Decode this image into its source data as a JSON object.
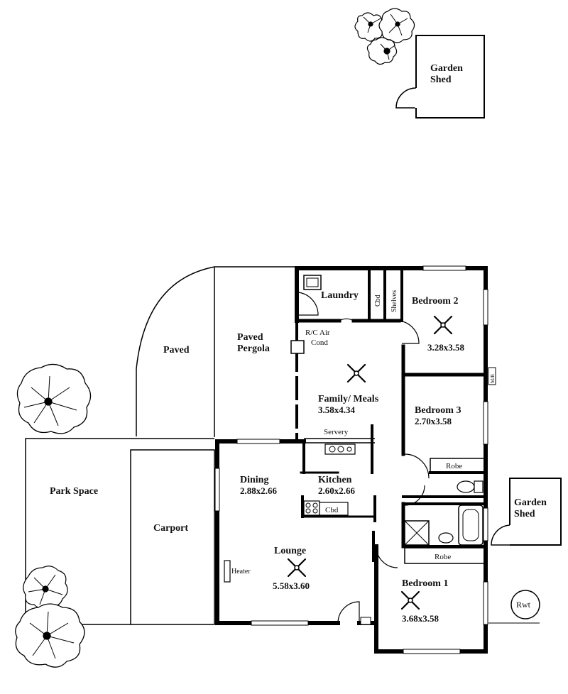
{
  "rooms": {
    "garden_shed_top": {
      "line1": "Garden",
      "line2": "Shed"
    },
    "garden_shed_right": {
      "line1": "Garden",
      "line2": "Shed"
    },
    "paved": "Paved",
    "paved_pergola": {
      "line1": "Paved",
      "line2": "Pergola"
    },
    "laundry": "Laundry",
    "cbd_laundry": "Cbd",
    "shelves": "Shelves",
    "bedroom2": {
      "name": "Bedroom 2",
      "size": "3.28x3.58"
    },
    "rc_air": {
      "line1": "R/C Air",
      "line2": "Cond"
    },
    "family_meals": {
      "name": "Family/ Meals",
      "size": "3.58x4.34"
    },
    "bedroom3": {
      "name": "Bedroom 3",
      "size": "2.70x3.58"
    },
    "servery": "Servery",
    "robe_bed3": "Robe",
    "park_space": "Park Space",
    "carport": "Carport",
    "dining": {
      "name": "Dining",
      "size": "2.88x2.66"
    },
    "kitchen": {
      "name": "Kitchen",
      "size": "2.60x2.66"
    },
    "cbd_kitchen": "Cbd",
    "lounge": {
      "name": "Lounge",
      "size": "5.58x3.60"
    },
    "heater": "Heater",
    "robe_bed1": "Robe",
    "bedroom1": {
      "name": "Bedroom 1",
      "size": "3.68x3.58"
    },
    "rwt": "Rwt",
    "meter_box": "M/B"
  }
}
